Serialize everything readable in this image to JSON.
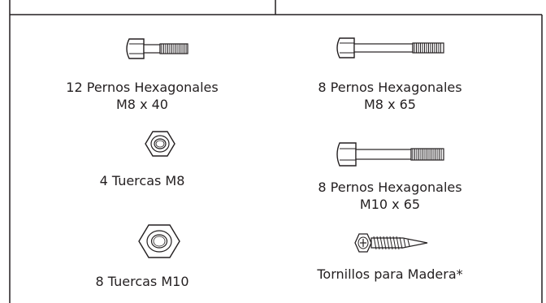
{
  "parts": {
    "bolt_m8x40": {
      "line1": "12 Pernos Hexagonales",
      "line2": "M8 x 40"
    },
    "bolt_m8x65": {
      "line1": "8 Pernos Hexagonales",
      "line2": "M8 x 65"
    },
    "nut_m8": {
      "line1": "4 Tuercas M8"
    },
    "bolt_m10x65": {
      "line1": "8 Pernos Hexagonales",
      "line2": "M10 x 65"
    },
    "nut_m10": {
      "line1": "8 Tuercas M10"
    },
    "wood_screw": {
      "line1": "Tornillos para Madera*"
    }
  }
}
